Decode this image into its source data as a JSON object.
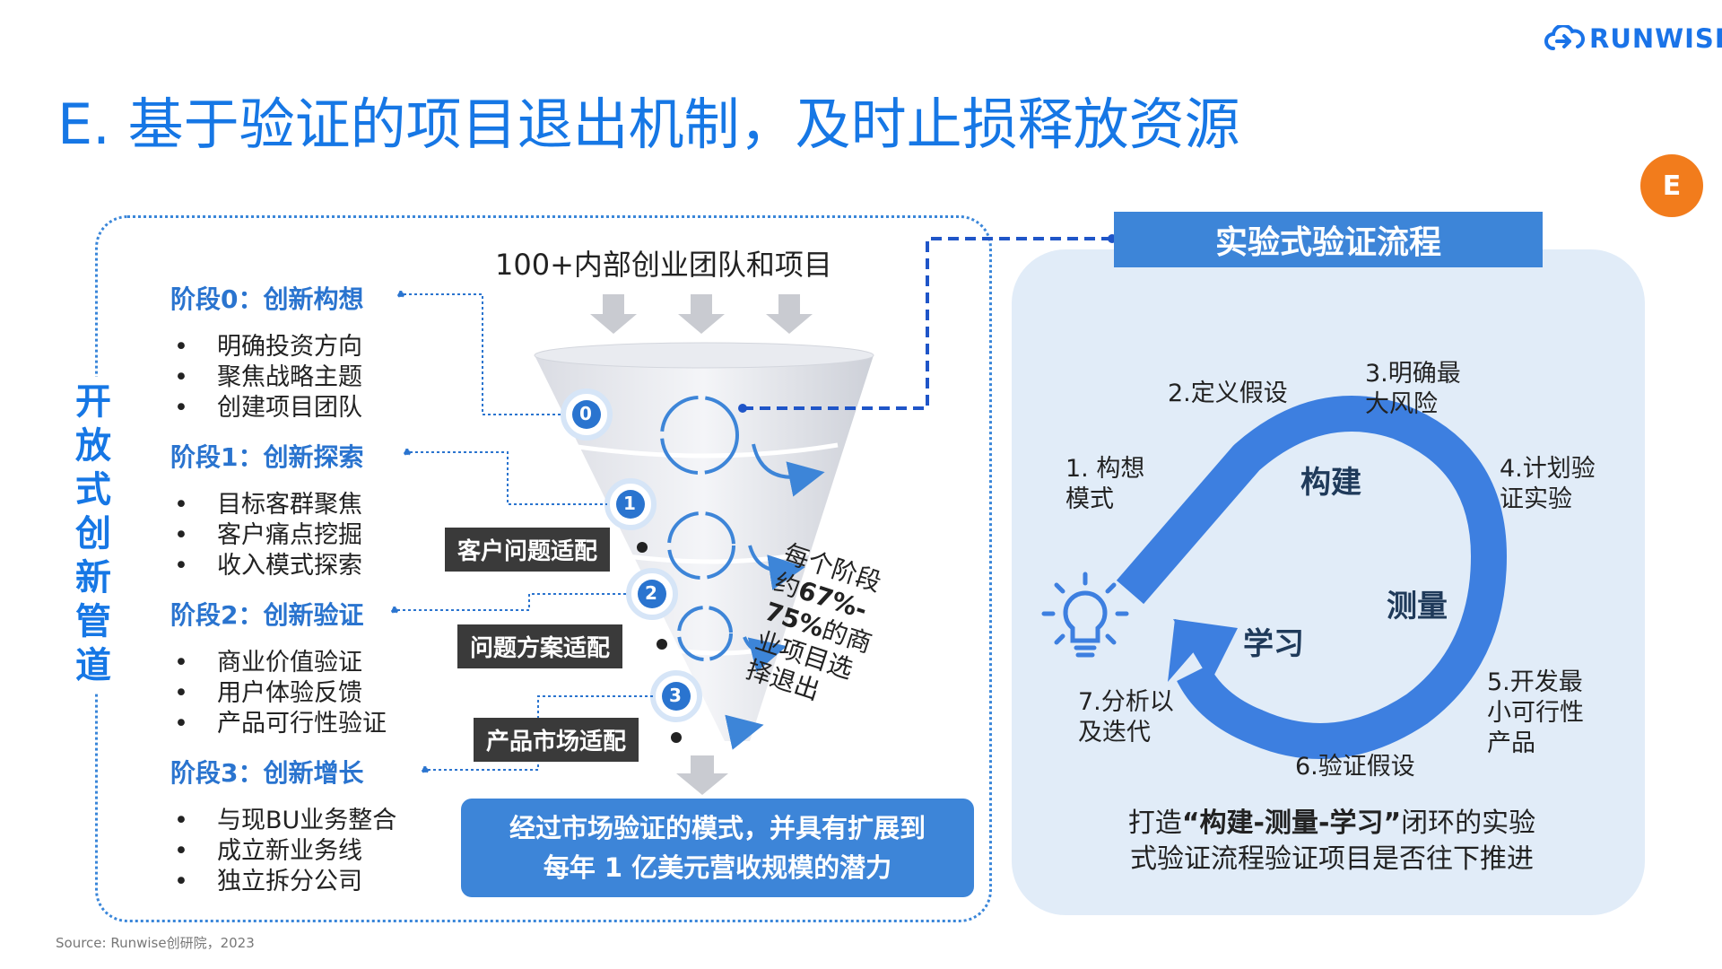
{
  "brand": {
    "logo_text": "RUNWISE"
  },
  "title": "E. 基于验证的项目退出机制，及时止损释放资源",
  "badge": "E",
  "pipeline_label": "开放式创新管道",
  "funnel": {
    "top_label": "100+内部创业团队和项目",
    "stage_numbers": [
      "0",
      "1",
      "2",
      "3"
    ],
    "fit_labels": [
      "客户问题适配",
      "问题方案适配",
      "产品市场适配"
    ],
    "exit_note": {
      "line1": "每个阶段",
      "line2_pre": "约",
      "line2_bold": "67%-",
      "line3_bold": "75%",
      "line3_post": "的商",
      "line4": "业项目选",
      "line5": "择退出"
    },
    "result": {
      "line1": "经过市场验证的模式，并具有扩展到",
      "line2": "每年 1 亿美元营收规模的潜力"
    }
  },
  "stages": [
    {
      "title": "阶段0：创新构想",
      "items": [
        "明确投资方向",
        "聚焦战略主题",
        "创建项目团队"
      ]
    },
    {
      "title": "阶段1：创新探索",
      "items": [
        "目标客群聚焦",
        "客户痛点挖掘",
        "收入模式探索"
      ]
    },
    {
      "title": "阶段2：创新验证",
      "items": [
        "商业价值验证",
        "用户体验反馈",
        "产品可行性验证"
      ]
    },
    {
      "title": "阶段3：创新增长",
      "items": [
        "与现BU业务整合",
        "成立新业务线",
        "独立拆分公司"
      ]
    }
  ],
  "process": {
    "title": "实验式验证流程",
    "phases": [
      "构建",
      "测量",
      "学习"
    ],
    "steps": {
      "s1": [
        "1. 构想",
        "模式"
      ],
      "s2": [
        "2.定义假设"
      ],
      "s3": [
        "3.明确最",
        "大风险"
      ],
      "s4": [
        "4.计划验",
        "证实验"
      ],
      "s5": [
        "5.开发最",
        "小可行性",
        "产品"
      ],
      "s6": [
        "6.验证假设"
      ],
      "s7": [
        "7.分析以",
        "及迭代"
      ]
    },
    "summary": {
      "pre": "打造",
      "bold": "“构建-测量-学习”",
      "post": "闭环的实验",
      "line2": "式验证流程验证项目是否往下推进"
    }
  },
  "source": "Source: Runwise创研院，2023",
  "colors": {
    "accent": "#1677e5",
    "panel": "#e1ecf8",
    "badge": "#f27c1c",
    "dark_label": "#3a3a3a"
  }
}
